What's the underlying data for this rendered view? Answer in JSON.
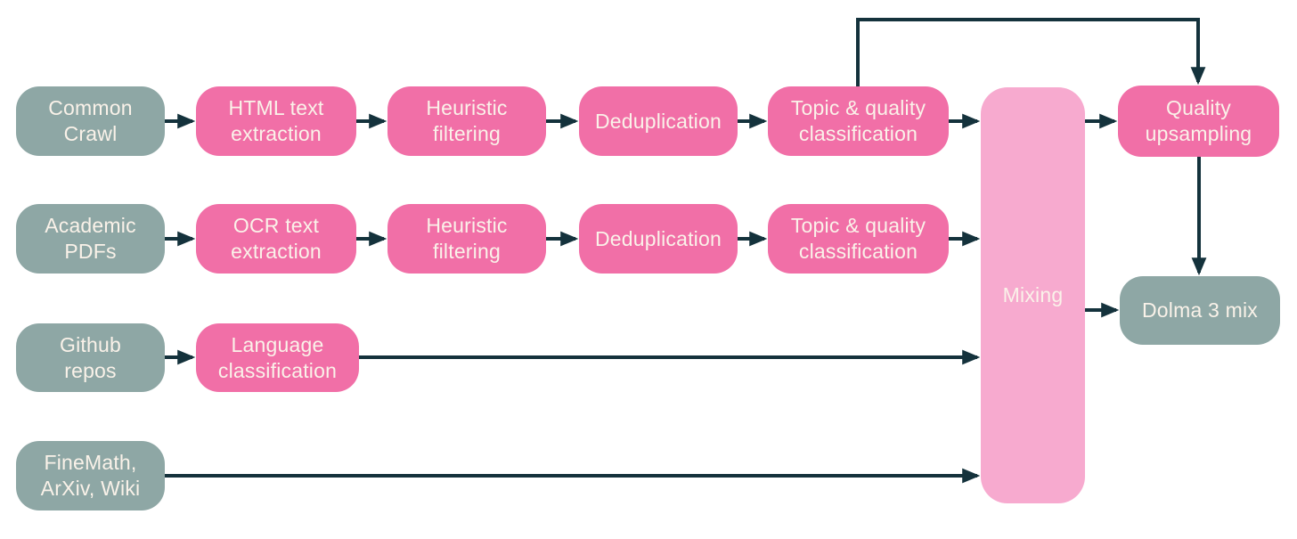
{
  "diagram": {
    "colors": {
      "background": "#ffffff",
      "source_box": "#8EA7A5",
      "process_box": "#F16FA7",
      "mixing_box": "#F7AACF",
      "arrow": "#14323C",
      "label_text": "#FAF2E9"
    },
    "nodes": {
      "common_crawl": "Common\nCrawl",
      "html_text_extraction": "HTML text\nextraction",
      "heuristic_filtering_1": "Heuristic\nfiltering",
      "deduplication_1": "Deduplication",
      "topic_quality_1": "Topic & quality\nclassification",
      "academic_pdfs": "Academic\nPDFs",
      "ocr_text_extraction": "OCR text\nextraction",
      "heuristic_filtering_2": "Heuristic\nfiltering",
      "deduplication_2": "Deduplication",
      "topic_quality_2": "Topic & quality\nclassification",
      "github_repos": "Github\nrepos",
      "language_classification": "Language\nclassification",
      "finemath_arxiv_wiki": "FineMath,\nArXiv, Wiki",
      "mixing": "Mixing",
      "quality_upsampling": "Quality\nupsampling",
      "dolma_3_mix": "Dolma 3 mix"
    }
  }
}
